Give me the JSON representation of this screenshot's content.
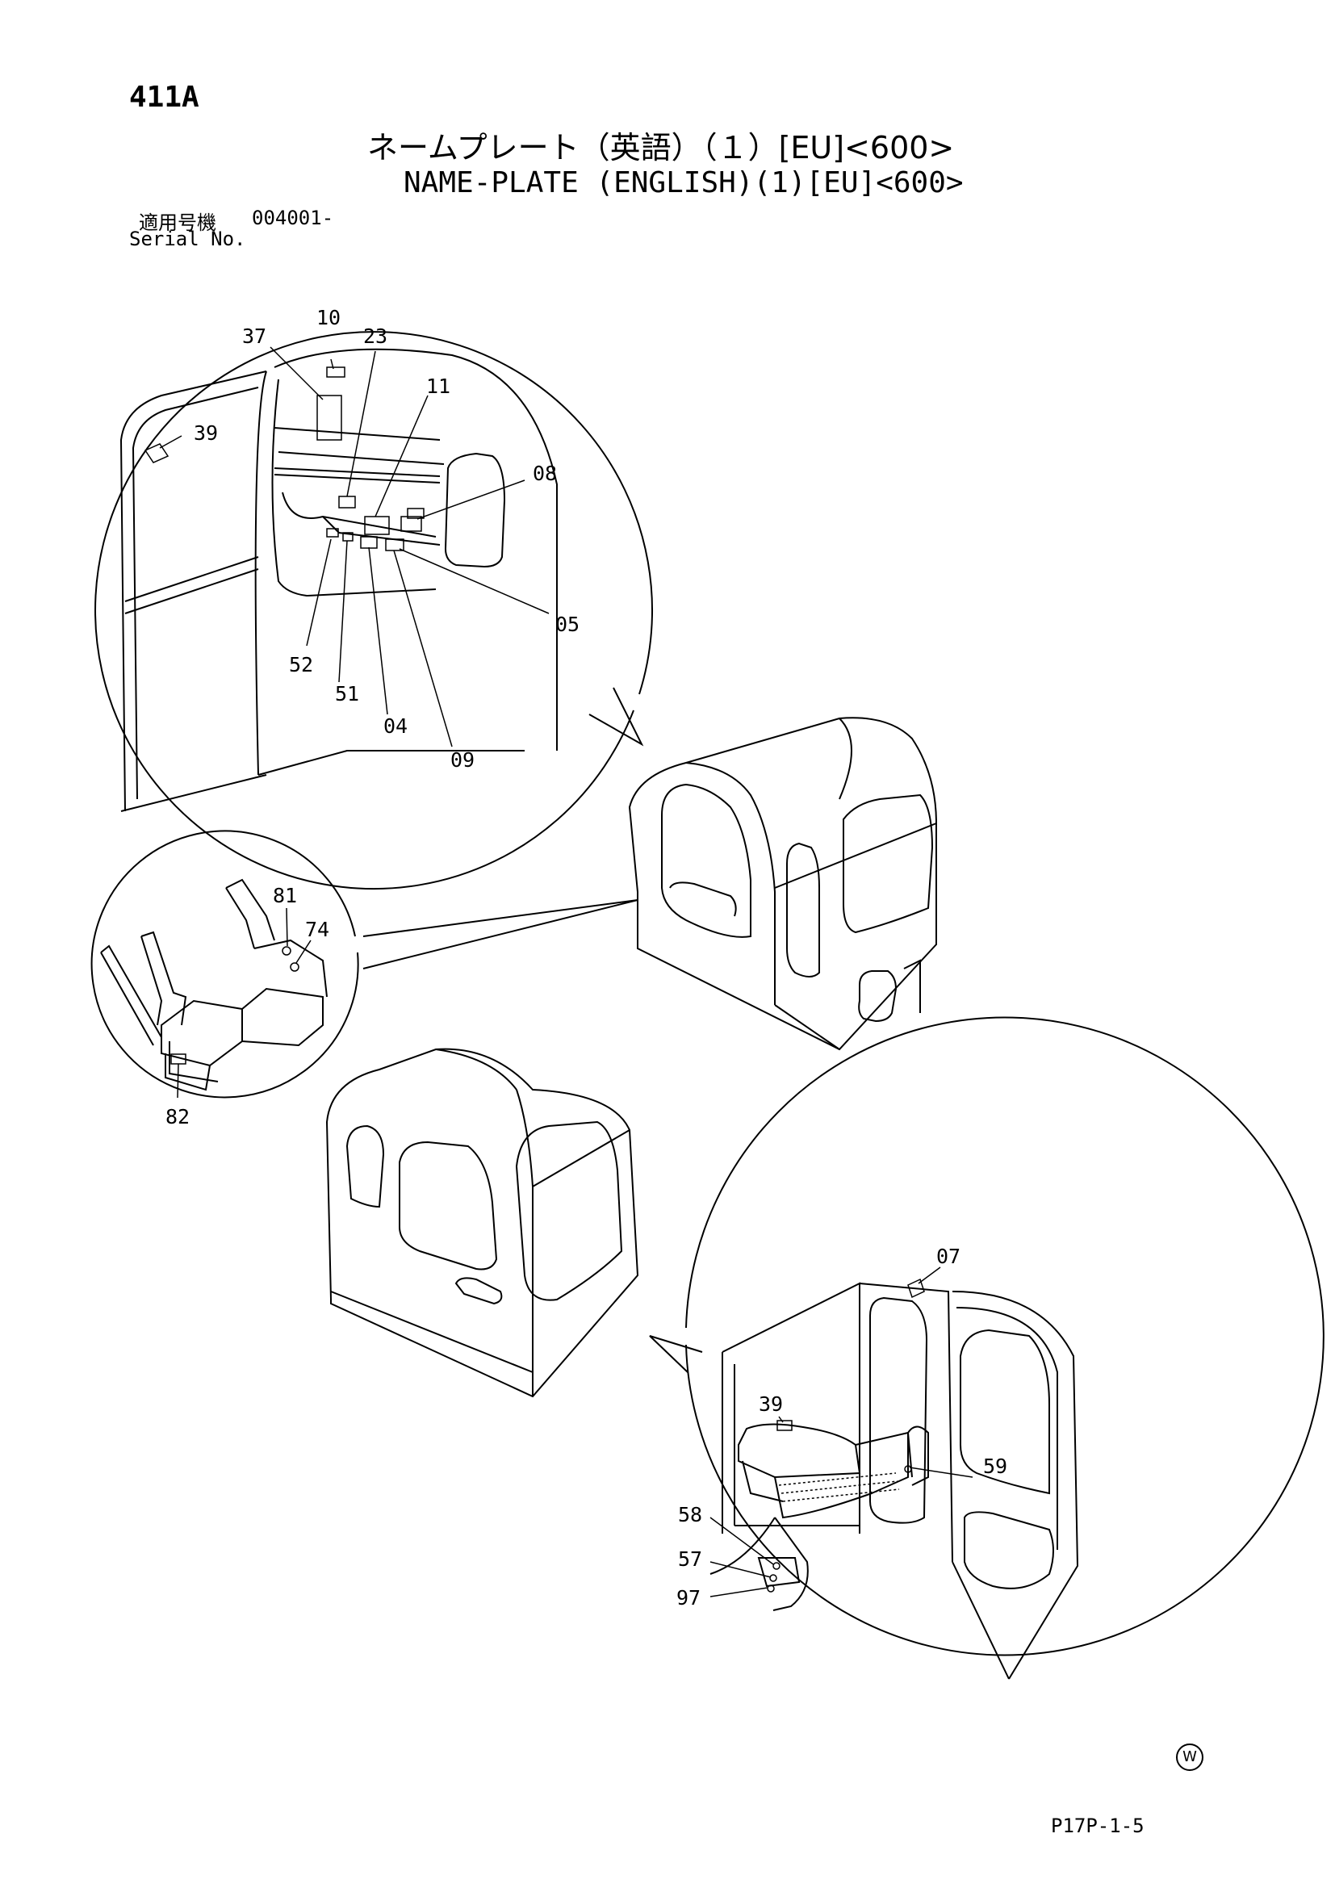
{
  "header": {
    "page_code": "411A",
    "title_jp": "ネームプレート（英語）（１）[EU]<600>",
    "title_en": "NAME-PLATE (ENGLISH)(1)[EU]<600>",
    "serial_label_jp": "適用号機",
    "serial_value": "004001-",
    "serial_label_en": "Serial No."
  },
  "callouts": {
    "c10": "10",
    "c37": "37",
    "c23": "23",
    "c11": "11",
    "c39a": "39",
    "c08": "08",
    "c05": "05",
    "c52": "52",
    "c51": "51",
    "c04": "04",
    "c09": "09",
    "c81": "81",
    "c74": "74",
    "c82": "82",
    "c07": "07",
    "c39b": "39",
    "c59": "59",
    "c58": "58",
    "c57": "57",
    "c97": "97"
  },
  "footer": {
    "mark": "W",
    "page_ref": "P17P-1-5"
  }
}
